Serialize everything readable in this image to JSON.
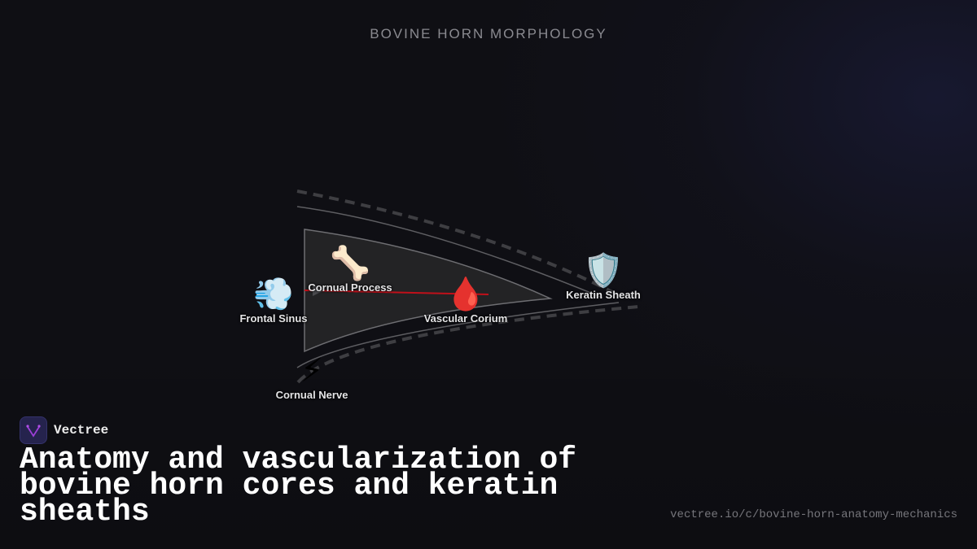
{
  "diagram": {
    "title": "BOVINE HORN MORPHOLOGY",
    "nodes": [
      {
        "id": "frontal-sinus",
        "label": "Frontal Sinus",
        "icon": "wind-cloud-icon",
        "glyph": "💨"
      },
      {
        "id": "cornual-process",
        "label": "Cornual Process",
        "icon": "bone-icon",
        "glyph": "🦴"
      },
      {
        "id": "vascular-corium",
        "label": "Vascular Corium",
        "icon": "blood-drop-icon",
        "glyph": "🩸"
      },
      {
        "id": "keratin-sheath",
        "label": "Keratin Sheath",
        "icon": "shield-icon",
        "glyph": "🛡️"
      },
      {
        "id": "cornual-nerve",
        "label": "Cornual Nerve",
        "icon": "lightning-icon",
        "glyph": "⚡"
      }
    ],
    "colors": {
      "background": "#0f0f14",
      "horn_core_fill": "#232325",
      "outline": "#6a6a6e",
      "dashed": "#3e3e42",
      "vessel": "#cc1111"
    }
  },
  "brand": {
    "name": "Vectree",
    "logo_color": "#9b3fd6"
  },
  "headline": "Anatomy and vascularization of bovine horn cores and keratin sheaths",
  "footer": {
    "url": "vectree.io/c/bovine-horn-anatomy-mechanics"
  }
}
